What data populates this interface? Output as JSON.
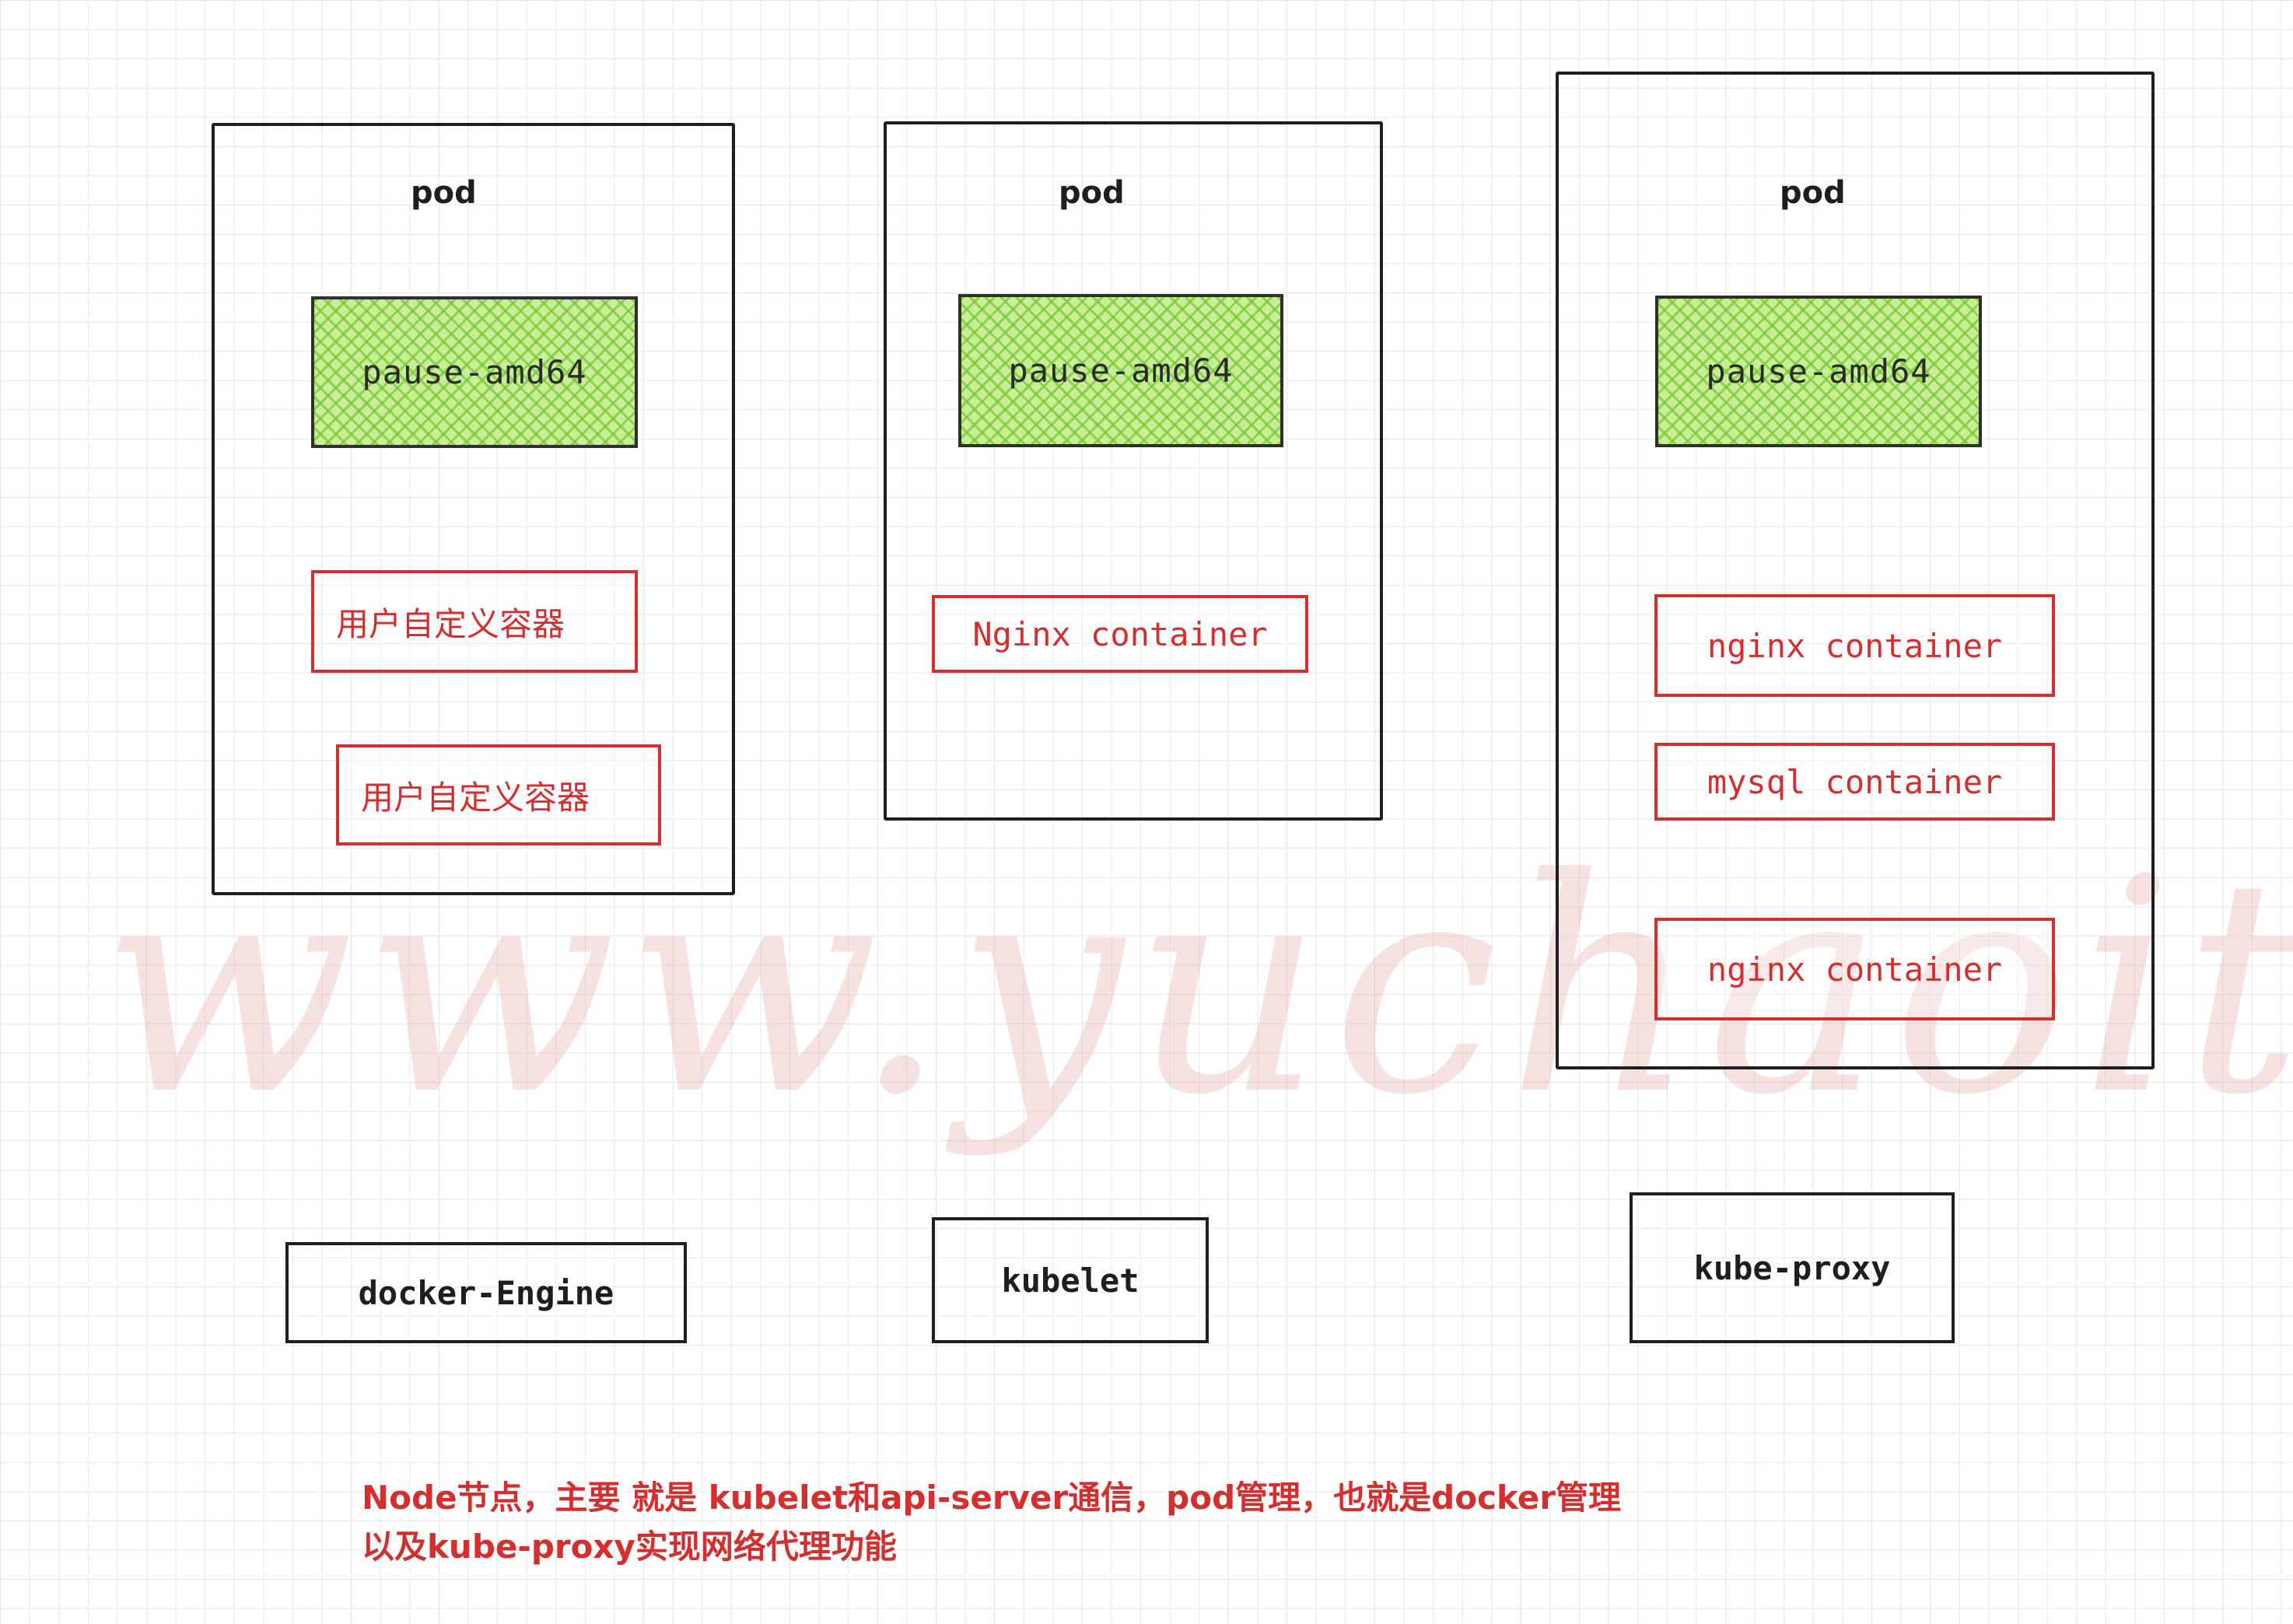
{
  "pods": [
    {
      "title": "pod",
      "pause": "pause-amd64",
      "containers": [
        "用户自定义容器",
        "用户自定义容器"
      ]
    },
    {
      "title": "pod",
      "pause": "pause-amd64",
      "containers": [
        "Nginx container"
      ]
    },
    {
      "title": "pod",
      "pause": "pause-amd64",
      "containers": [
        "nginx container",
        "mysql container",
        "nginx container"
      ]
    }
  ],
  "components": {
    "docker": "docker-Engine",
    "kubelet": "kubelet",
    "kube_proxy": "kube-proxy"
  },
  "note": {
    "line1": "Node节点，主要  就是  kubelet和api-server通信，pod管理，也就是docker管理",
    "line2": "以及kube-proxy实现网络代理功能"
  },
  "watermark": "www.yuchaoit.cn",
  "colors": {
    "border": "#1e1e1e",
    "container_red": "#d32f2f",
    "pause_green": "#c8ee98"
  }
}
